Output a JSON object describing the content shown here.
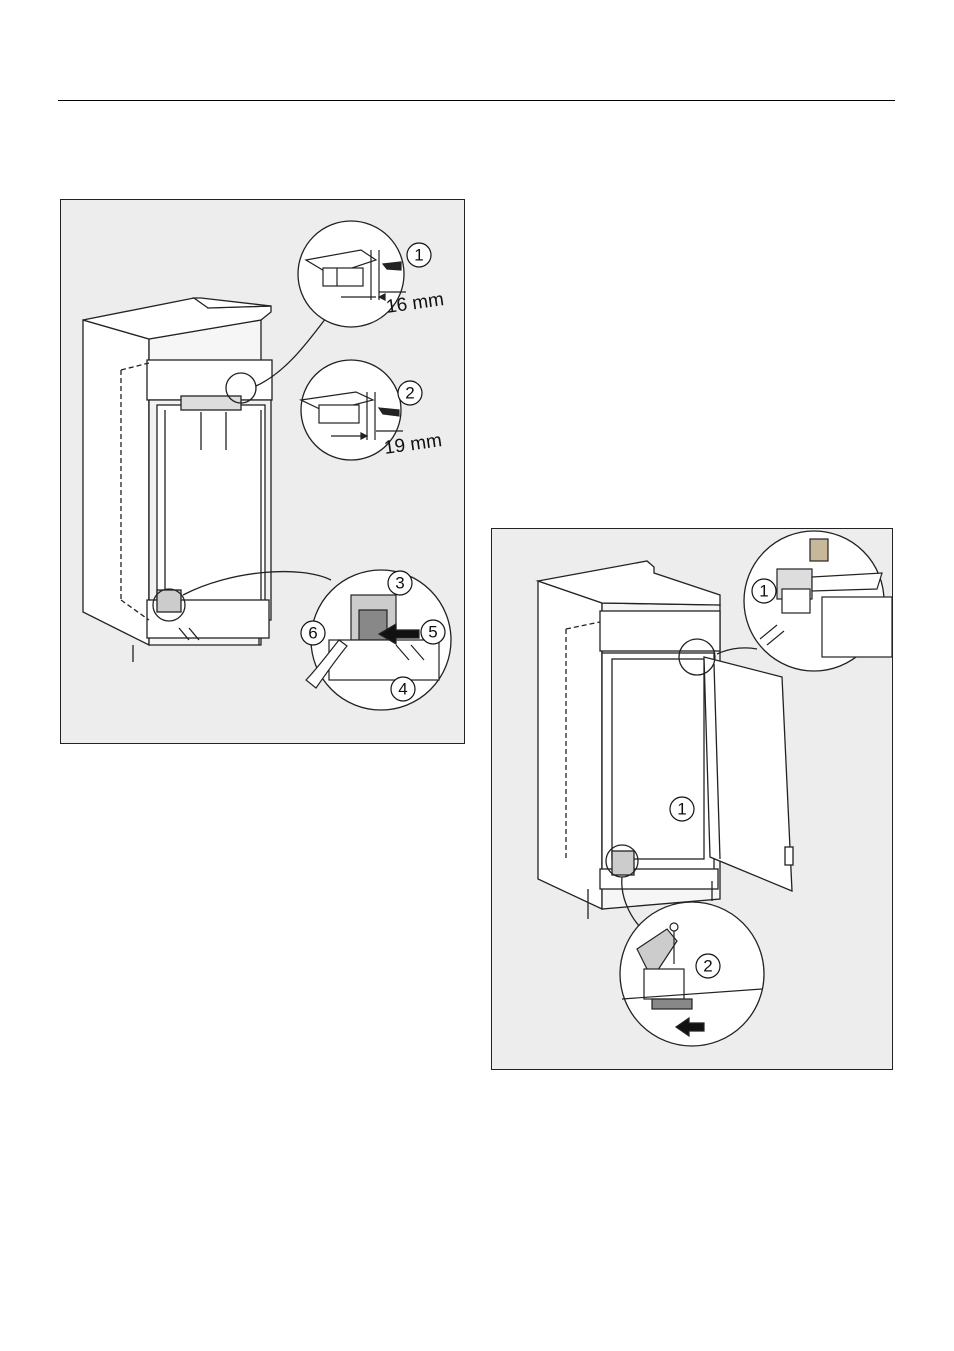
{
  "figures": [
    {
      "callouts": [
        "1",
        "2",
        "3",
        "4",
        "5",
        "6"
      ],
      "dimensions": [
        "16 mm",
        "19 mm"
      ]
    },
    {
      "callouts": [
        "1",
        "1",
        "2"
      ]
    }
  ]
}
